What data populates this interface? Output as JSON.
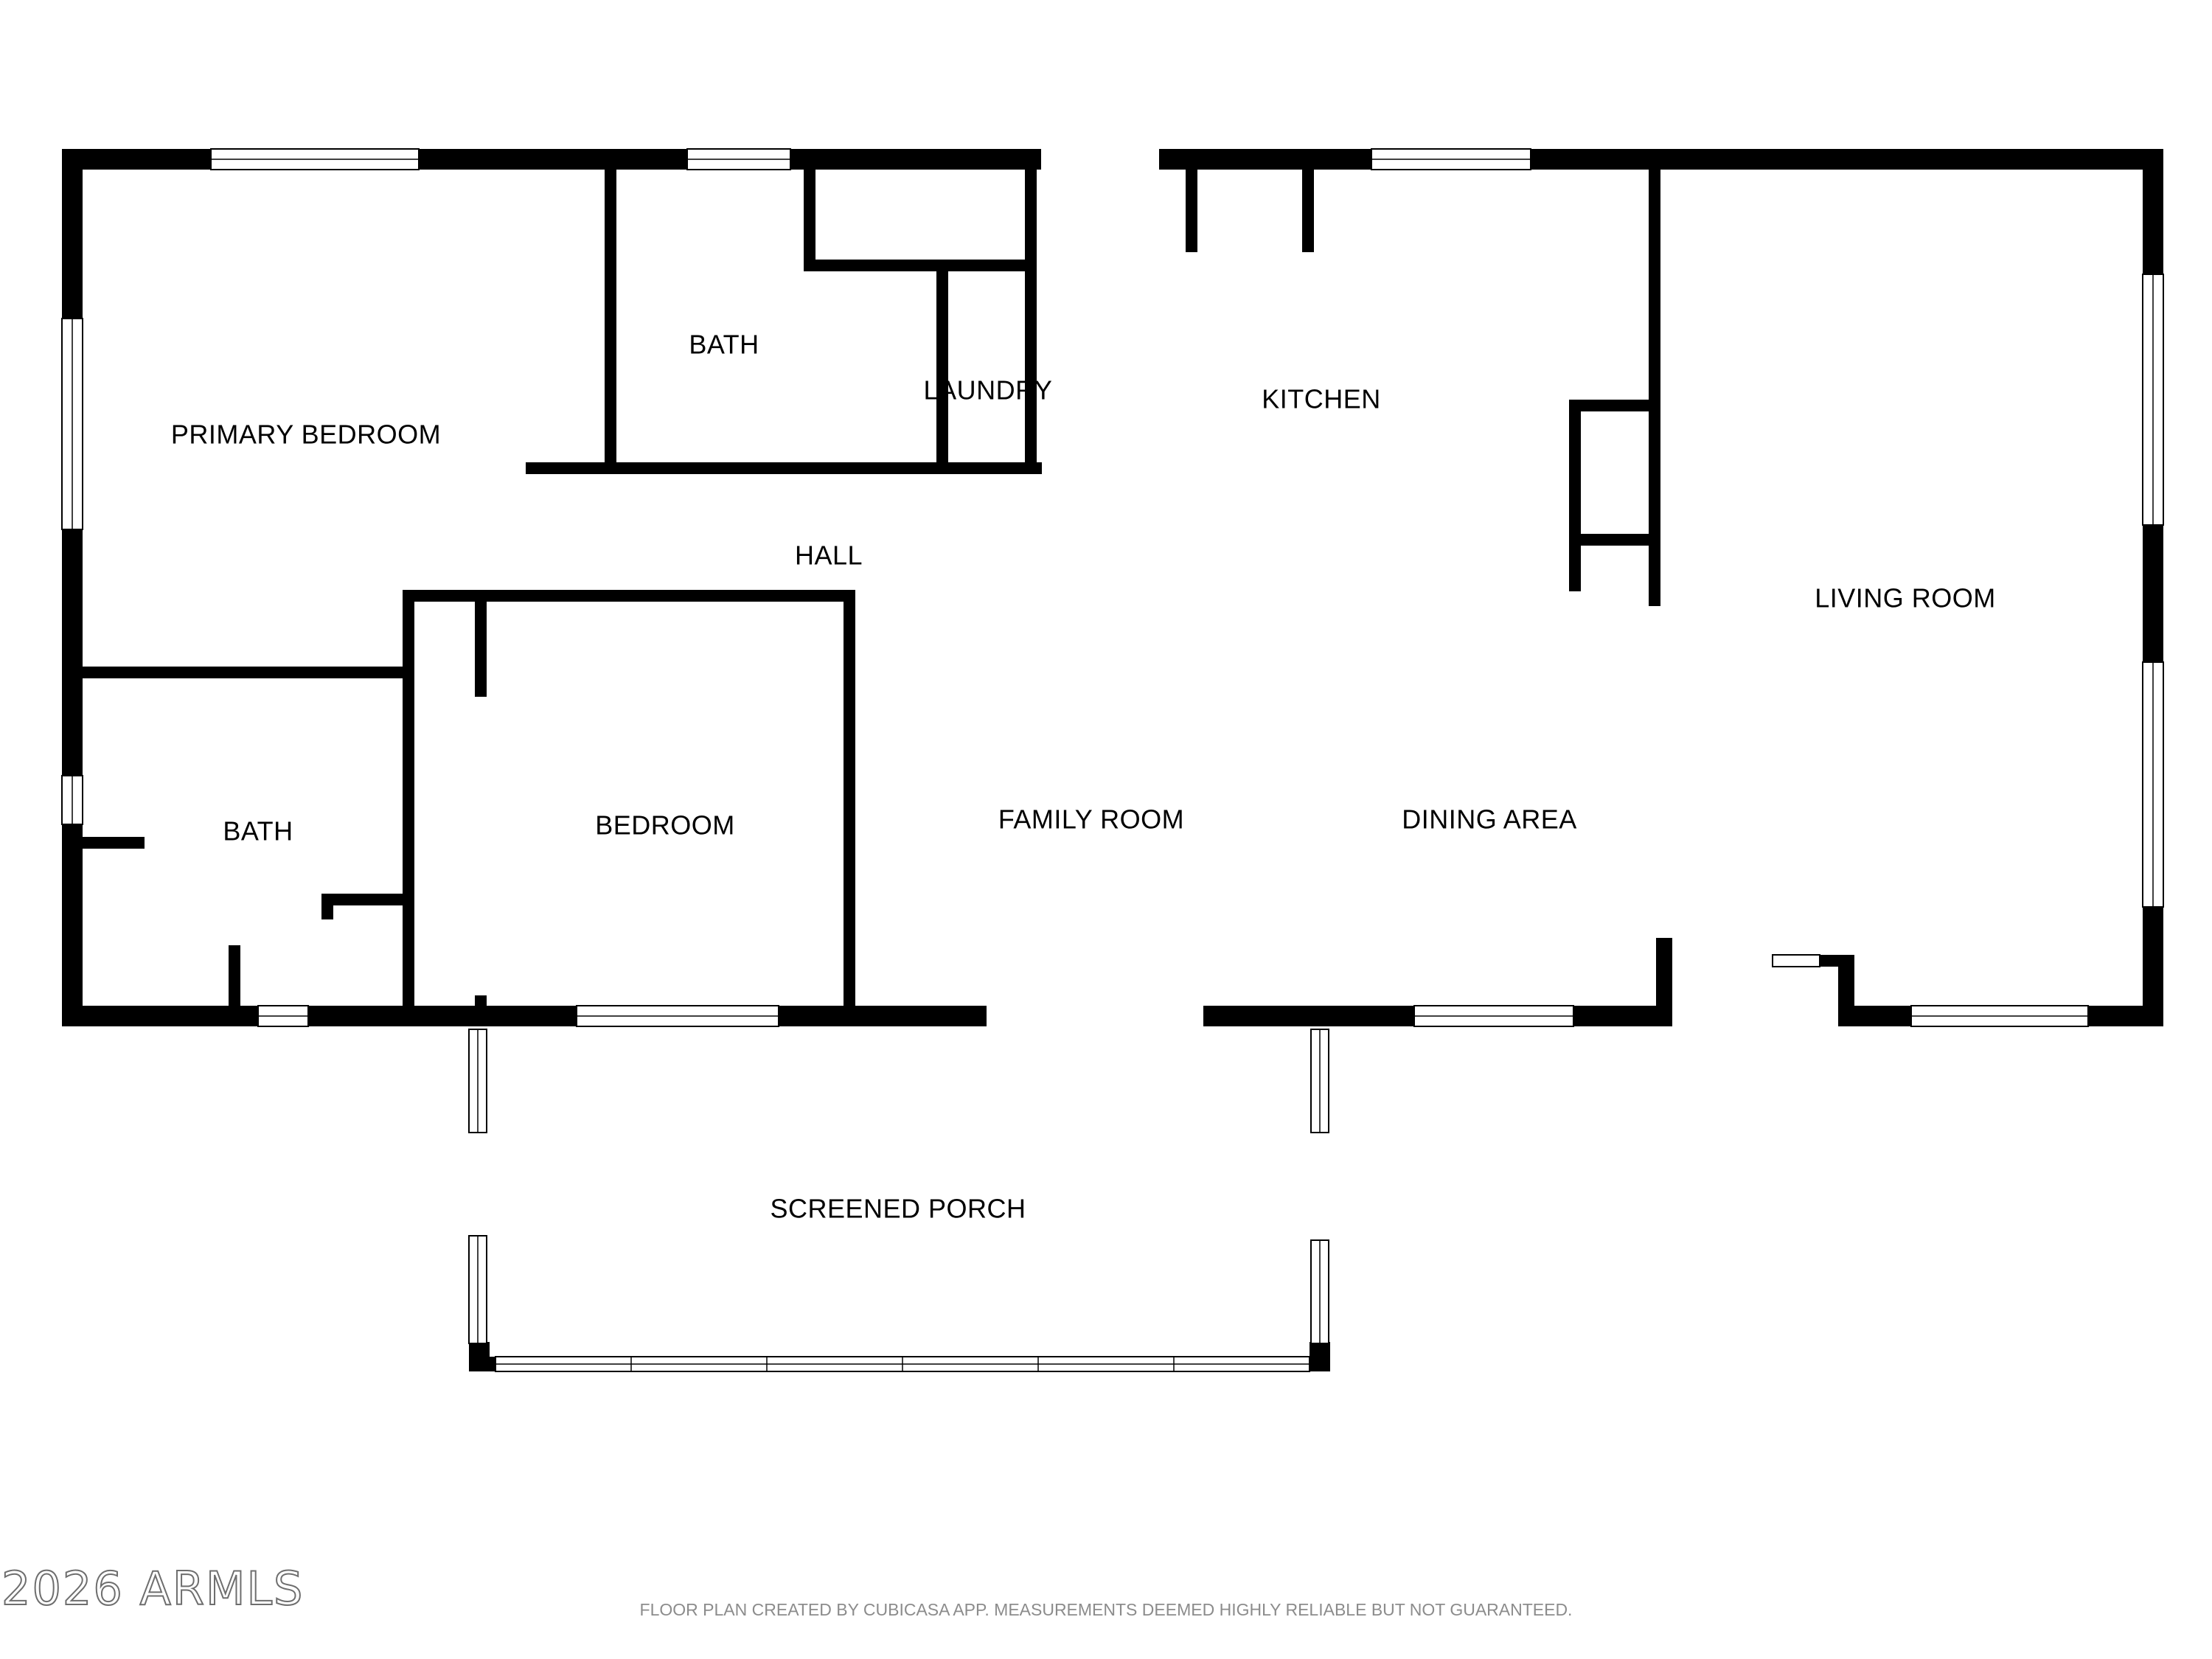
{
  "rooms": {
    "primary_bedroom": "PRIMARY BEDROOM",
    "bath_upper": "BATH",
    "laundry": "LAUNDRY",
    "kitchen": "KITCHEN",
    "hall": "HALL",
    "living_room": "LIVING ROOM",
    "bath_lower": "BATH",
    "bedroom": "BEDROOM",
    "family_room": "FAMILY ROOM",
    "dining_area": "DINING AREA",
    "screened_porch": "SCREENED PORCH"
  },
  "watermark": "2026 ARMLS",
  "footer_note": "FLOOR PLAN CREATED BY CUBICASA APP. MEASUREMENTS DEEMED HIGHLY RELIABLE BUT NOT GUARANTEED.",
  "colors": {
    "wall": "#000000",
    "background": "#ffffff",
    "footer_text": "#8c8c8c"
  }
}
